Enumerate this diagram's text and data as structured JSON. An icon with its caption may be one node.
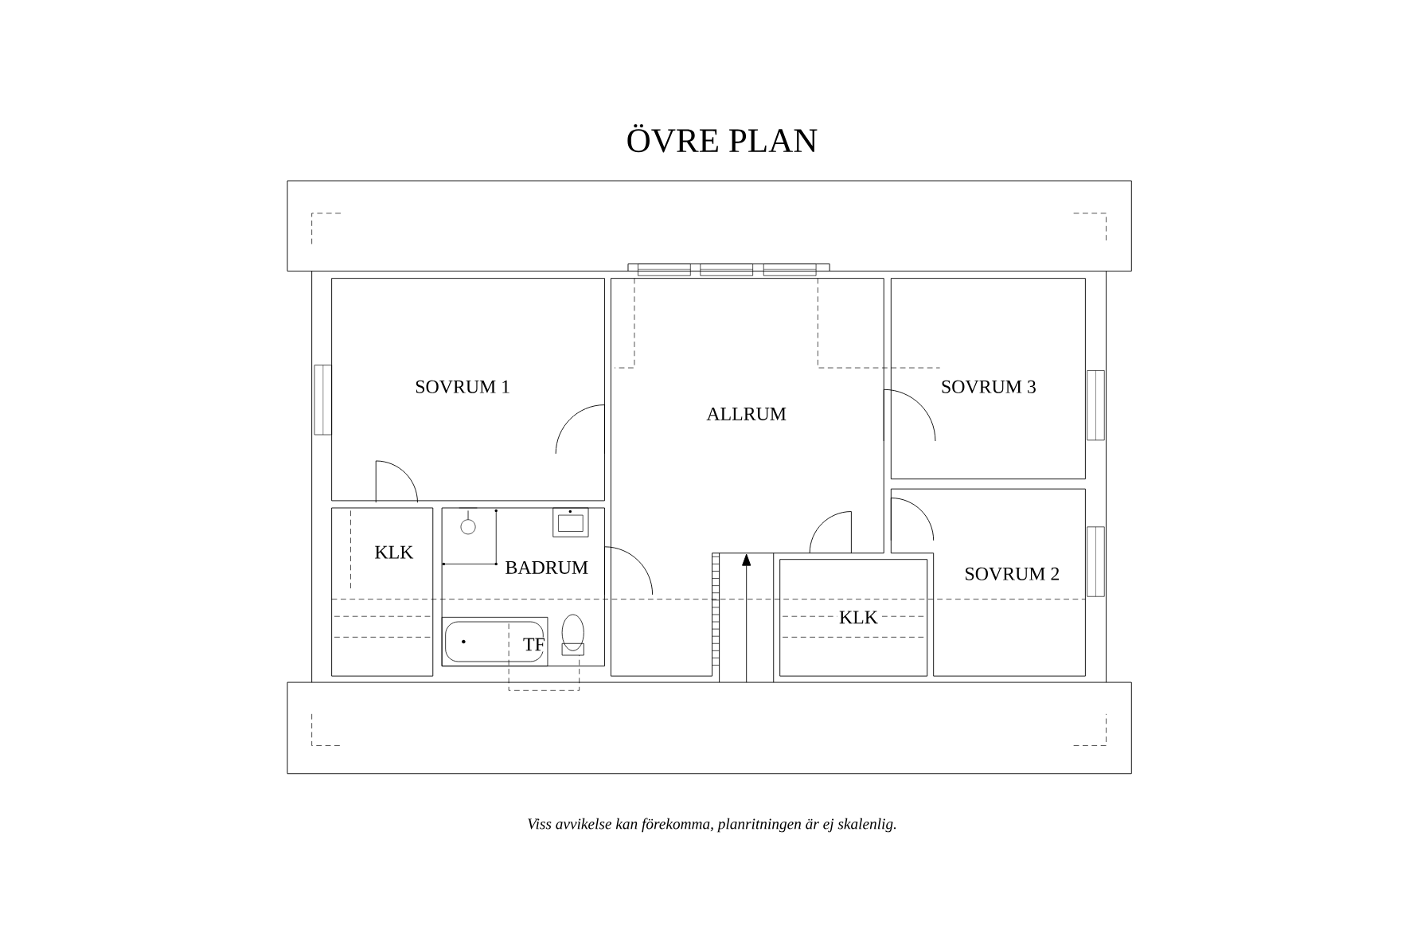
{
  "diagram": {
    "title": "ÖVRE PLAN",
    "caption": "Viss avvikelse kan förekomma, planritningen är ej skalenlig.",
    "nodes": [
      {
        "text": [
          "SOVRUM 1"
        ]
      },
      {
        "text": [
          "ALLRUM"
        ]
      },
      {
        "text": [
          "SOVRUM 3"
        ]
      },
      {
        "text": [
          "KLK"
        ]
      },
      {
        "text": [
          "BADRUM"
        ]
      },
      {
        "text": [
          "SOVRUM 2"
        ]
      },
      {
        "text": [
          "KLK"
        ]
      }
    ],
    "labels": [
      "TF"
    ]
  }
}
